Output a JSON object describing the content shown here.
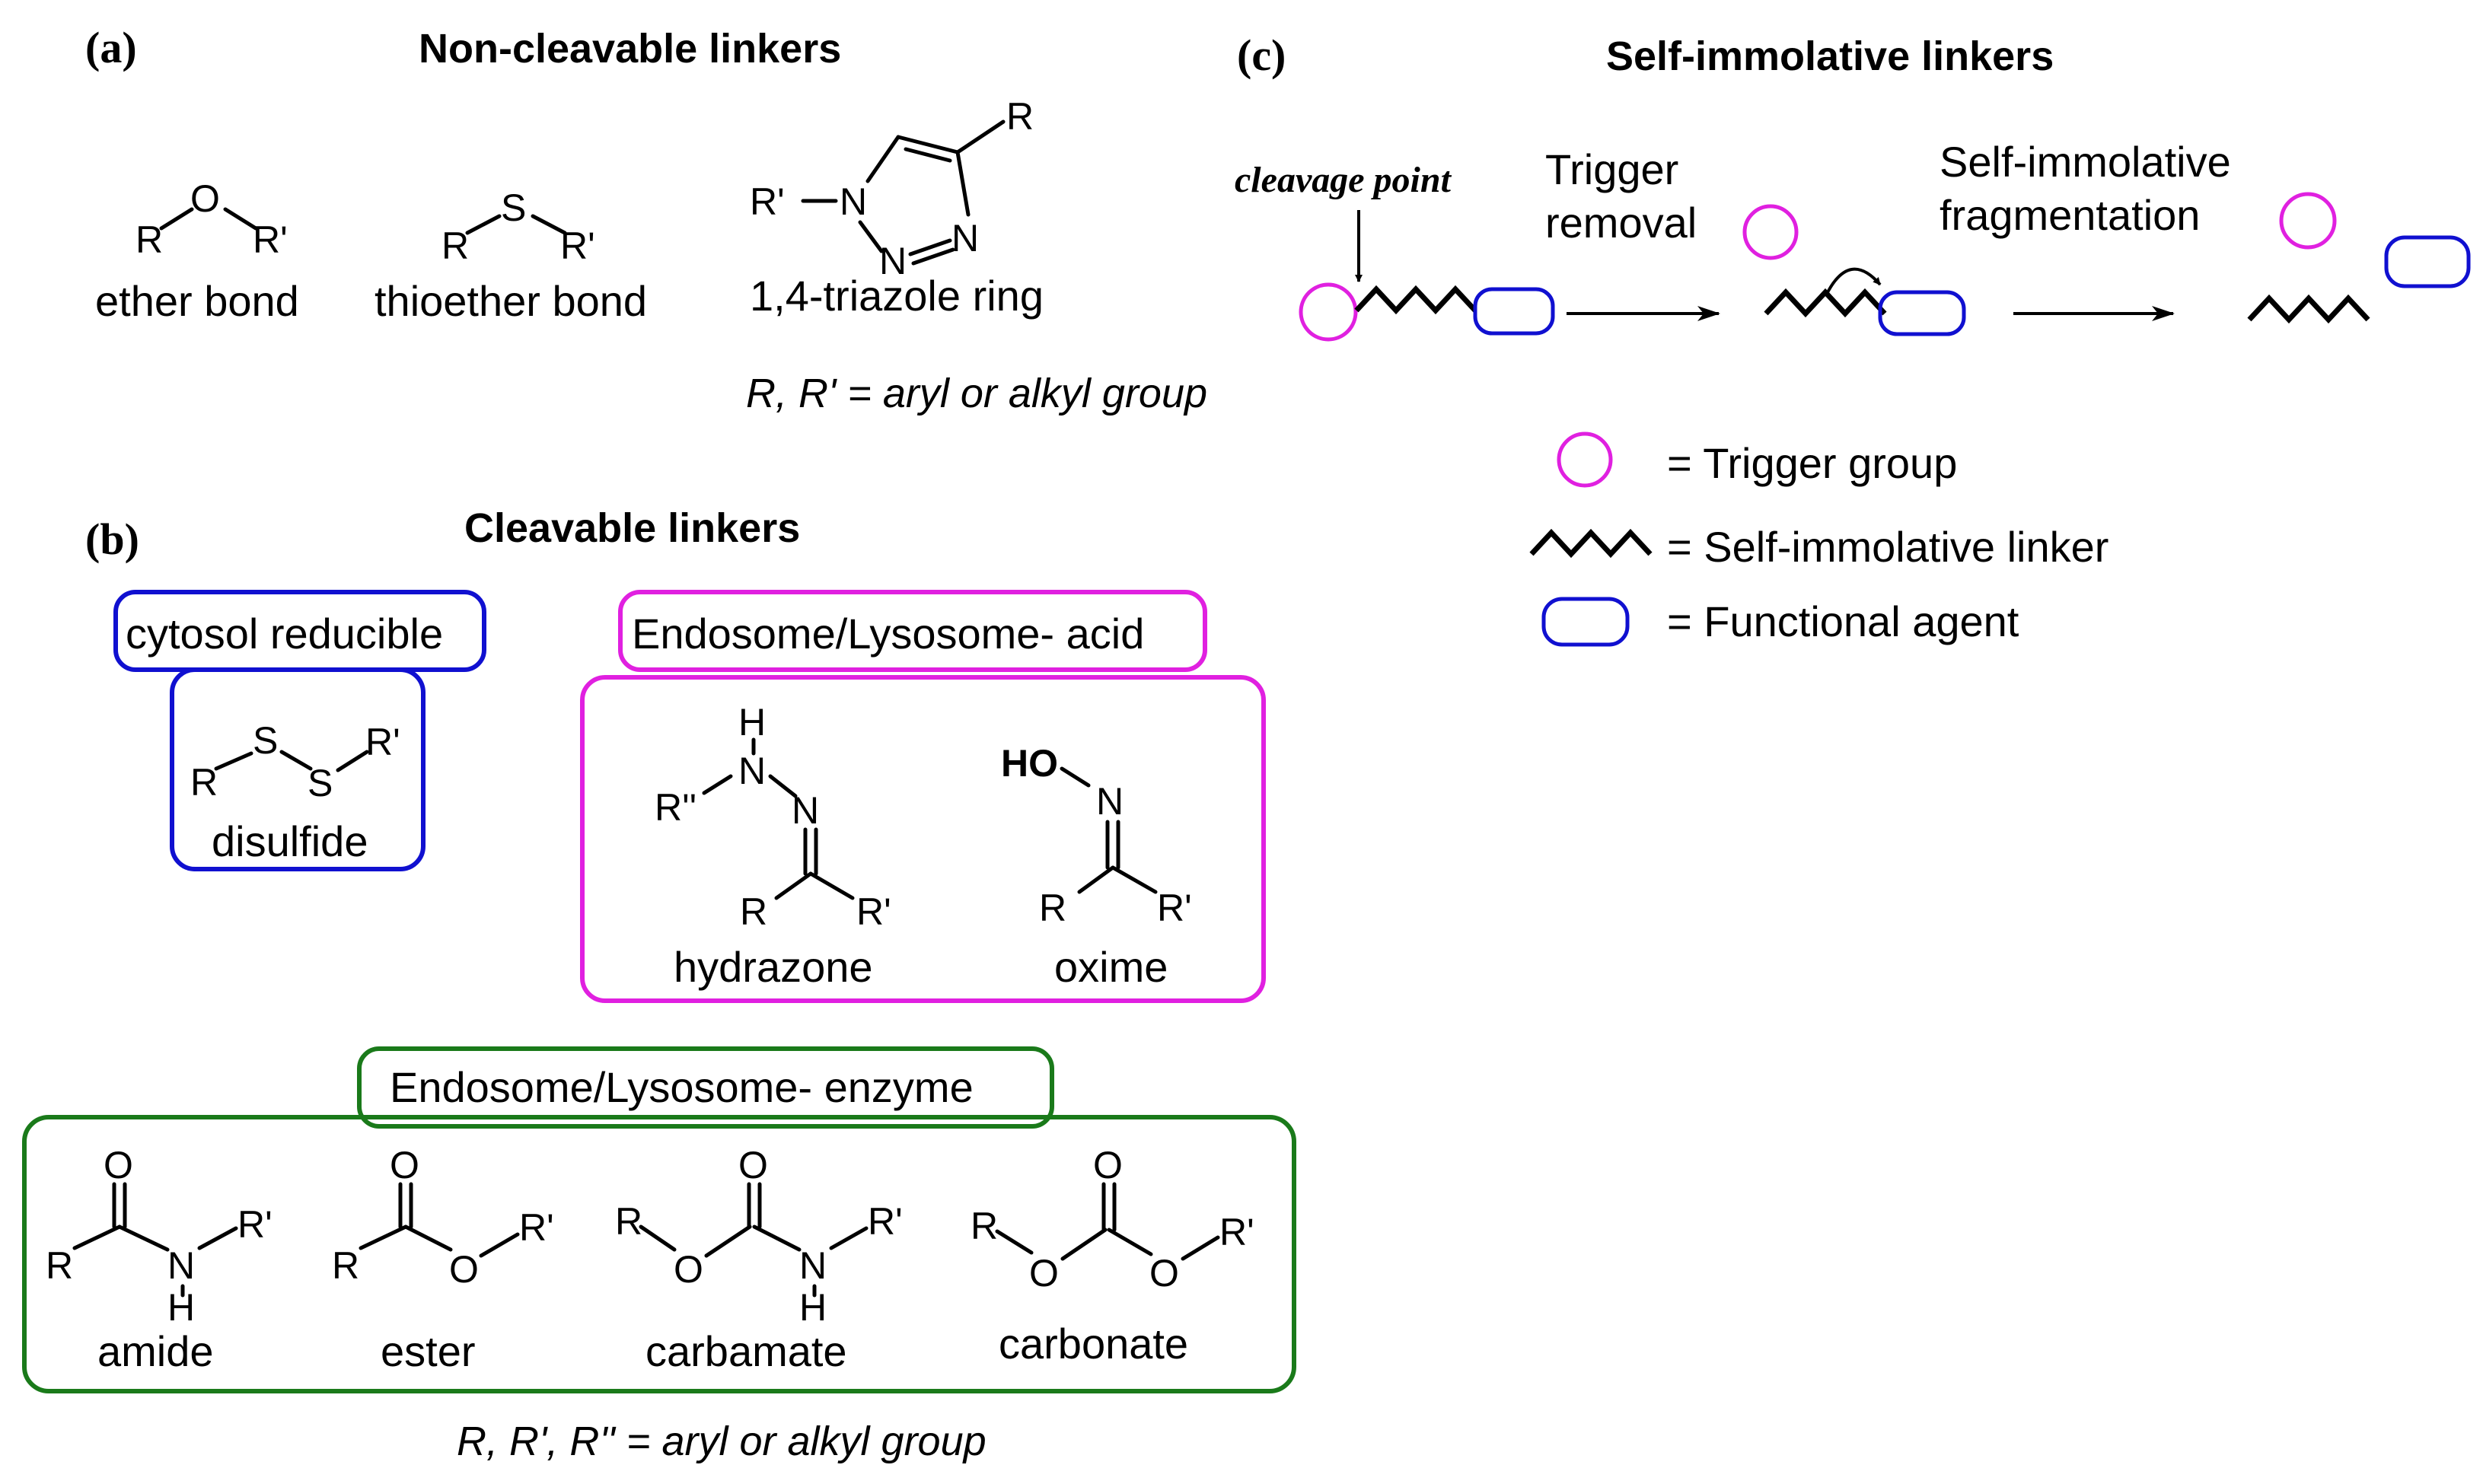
{
  "panels": {
    "a": {
      "letter": "(a)",
      "title": "Non-cleavable linkers"
    },
    "b": {
      "letter": "(b)",
      "title": "Cleavable linkers"
    },
    "c": {
      "letter": "(c)",
      "title": "Self-immolative linkers"
    }
  },
  "atoms": {
    "R": "R",
    "R1": "R'",
    "R2": "R''",
    "O": "O",
    "S": "S",
    "N": "N",
    "H": "H",
    "HO": "HO"
  },
  "noncleavable": {
    "ether": "ether bond",
    "thioether": "thioether bond",
    "triazole": "1,4-triazole ring",
    "triazole_sub": "R'",
    "note": "R, R' = aryl or alkyl group"
  },
  "cleavable": {
    "cytosol_box": "cytosol reducible",
    "disulfide": "disulfide",
    "acid_box": "Endosome/Lysosome- acid",
    "hydrazone": "hydrazone",
    "oxime": "oxime",
    "enzyme_box": "Endosome/Lysosome- enzyme",
    "amide": "amide",
    "ester": "ester",
    "carbamate": "carbamate",
    "carbonate": "carbonate",
    "note": "R, R', R'' = aryl or alkyl group"
  },
  "selfimmolative": {
    "cleavage_point": "cleavage point",
    "step1_line1": "Trigger",
    "step1_line2": "removal",
    "step2_line1": "Self-immolative",
    "step2_line2": "fragmentation",
    "legend_trigger": "= Trigger group",
    "legend_linker": "= Self-immolative linker",
    "legend_agent": "= Functional agent"
  },
  "colors": {
    "blue": "#1010d0",
    "magenta": "#e020e0",
    "green": "#1a7a1a",
    "black": "#000000"
  }
}
